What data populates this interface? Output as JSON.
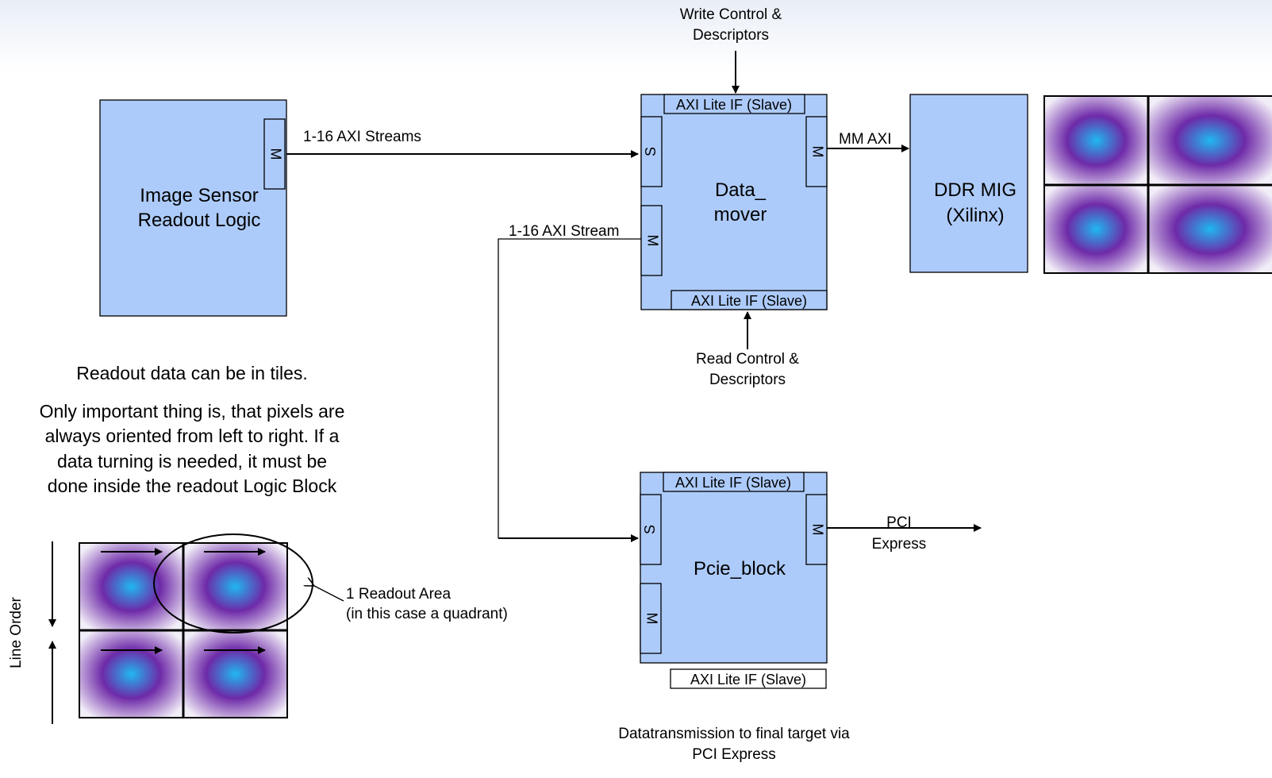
{
  "blocks": {
    "sensor": {
      "line1": "Image Sensor",
      "line2": "Readout Logic",
      "port": "M"
    },
    "datamover": {
      "line1": "Data_",
      "line2": "mover",
      "top_if": "AXI Lite IF (Slave)",
      "bottom_if": "AXI Lite IF (Slave)",
      "port_s": "S",
      "port_m_right": "M",
      "port_m_left": "M"
    },
    "ddr": {
      "line1": "DDR MIG",
      "line2": "(Xilinx)"
    },
    "pcie": {
      "label": "Pcie_block",
      "top_if": "AXI Lite IF (Slave)",
      "bottom_if": "AXI Lite IF (Slave)",
      "port_s": "S",
      "port_m_right": "M",
      "port_m_left": "M"
    }
  },
  "connections": {
    "write_ctrl_1": "Write Control &",
    "write_ctrl_2": "Descriptors",
    "read_ctrl_1": "Read Control &",
    "read_ctrl_2": "Descriptors",
    "axi_streams": "1-16 AXI Streams",
    "axi_stream": "1-16 AXI Stream",
    "mm_axi": "MM AXI",
    "pci_1": "PCI",
    "pci_2": "Express"
  },
  "notes": {
    "tiles": "Readout data can be in tiles.",
    "orient_1": "Only important thing is, that pixels are",
    "orient_2": "always oriented from left to right. If a",
    "orient_3": "data turning is needed, it must be",
    "orient_4": "done inside the readout Logic Block",
    "readout_area_1": "1 Readout Area",
    "readout_area_2": "(in this case a quadrant)",
    "line_order": "Line Order",
    "final_1": "Datatransmission to final target via",
    "final_2": "PCI Express"
  },
  "colors": {
    "block_fill": "#adcbfa",
    "tile_center": "#1fb8f0",
    "tile_mid": "#6e2aa8",
    "tile_edge": "#f2eef8"
  }
}
